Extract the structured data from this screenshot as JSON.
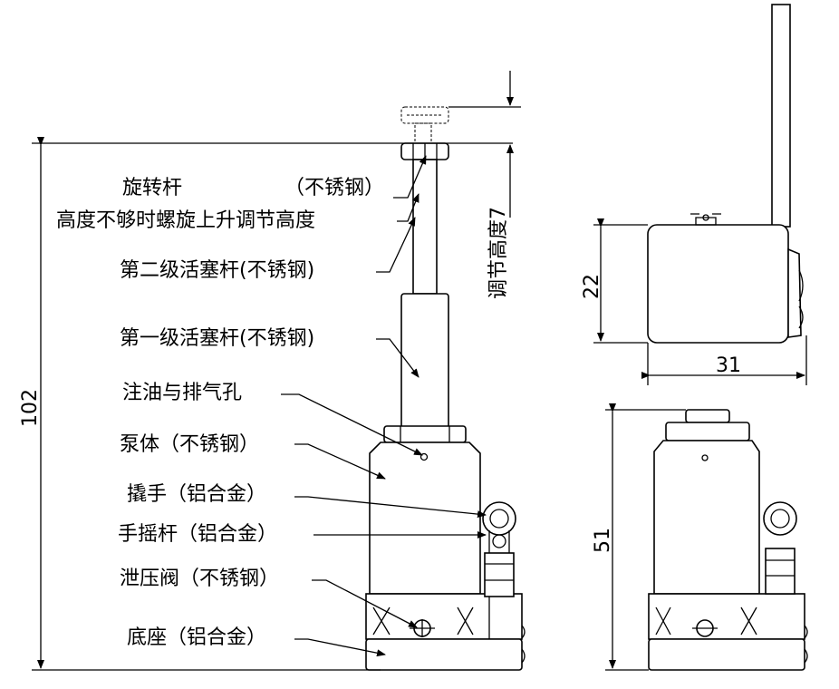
{
  "labels": {
    "rotating_rod": "旋转杆",
    "rotating_rod_material": "（不锈钢）",
    "height_note": "高度不够时螺旋上升调节高度",
    "second_piston": "第二级活塞杆(不锈钢)",
    "first_piston": "第一级活塞杆(不锈钢)",
    "oil_port": "注油与排气孔",
    "pump_body": "泵体（不锈钢）",
    "handle": "撬手（铝合金）",
    "crank": "手摇杆（铝合金）",
    "release_valve": "泄压阀（不锈钢）",
    "base": "底座（铝合金）"
  },
  "dimensions": {
    "total_height": "102",
    "adjust_height": "调节高度7",
    "top_view_height": "22",
    "top_view_width": "31",
    "side_view_height": "51"
  },
  "colors": {
    "line": "#000000",
    "background": "#ffffff"
  }
}
